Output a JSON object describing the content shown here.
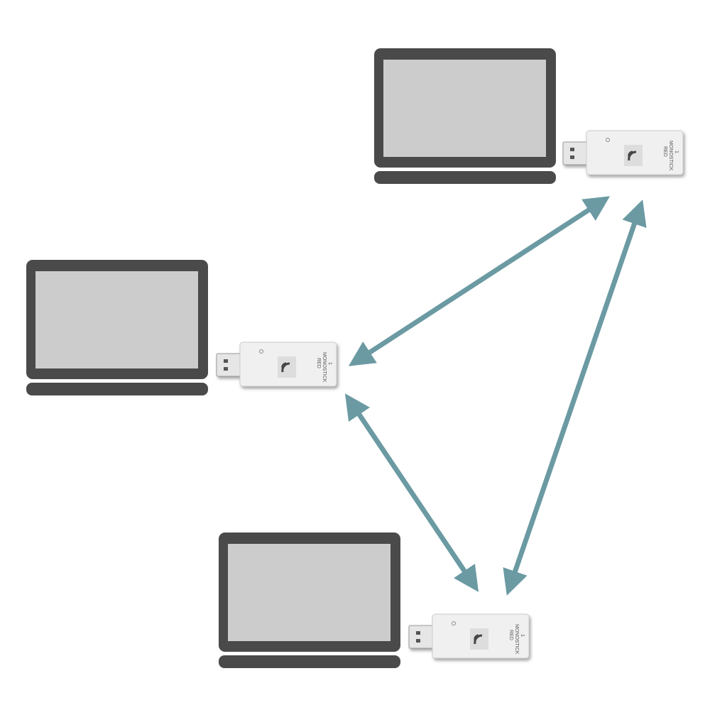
{
  "colors": {
    "laptop_frame": "#4a4a4a",
    "laptop_screen": "#cccccc",
    "arrow": "#6b9aa3",
    "stick_body": "#f0f0f0"
  },
  "stick": {
    "model": "MONOSTICK",
    "variant": "RED",
    "number": "1",
    "logo": "MONO WIRELESS"
  },
  "nodes": [
    {
      "id": "laptop-top-right"
    },
    {
      "id": "laptop-left"
    },
    {
      "id": "laptop-bottom"
    }
  ]
}
